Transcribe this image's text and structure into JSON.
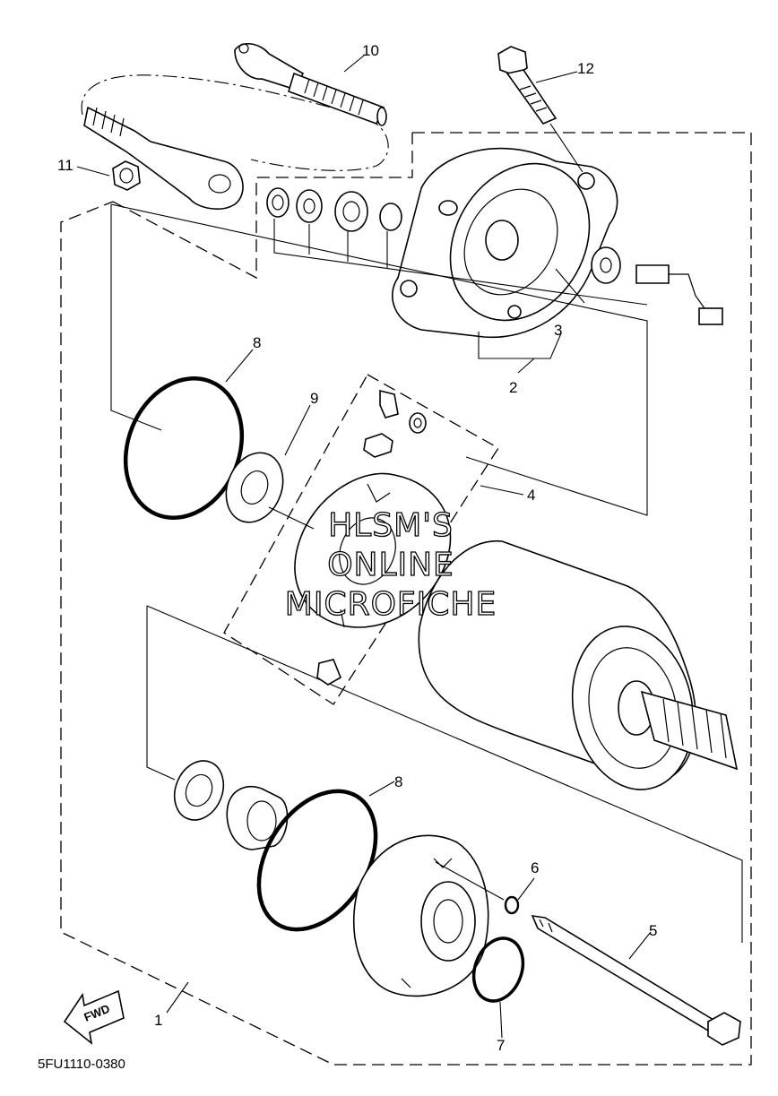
{
  "diagram_code": "5FU1110-0380",
  "watermark": [
    "HLSM'S",
    "ONLINE",
    "MICROFICHE"
  ],
  "fwd_label": "FWD",
  "callouts": {
    "c1": "1",
    "c2": "2",
    "c3": "3",
    "c4": "4",
    "c5": "5",
    "c6": "6",
    "c7": "7",
    "c8a": "8",
    "c8b": "8",
    "c9": "9",
    "c10": "10",
    "c11": "11",
    "c12": "12"
  }
}
